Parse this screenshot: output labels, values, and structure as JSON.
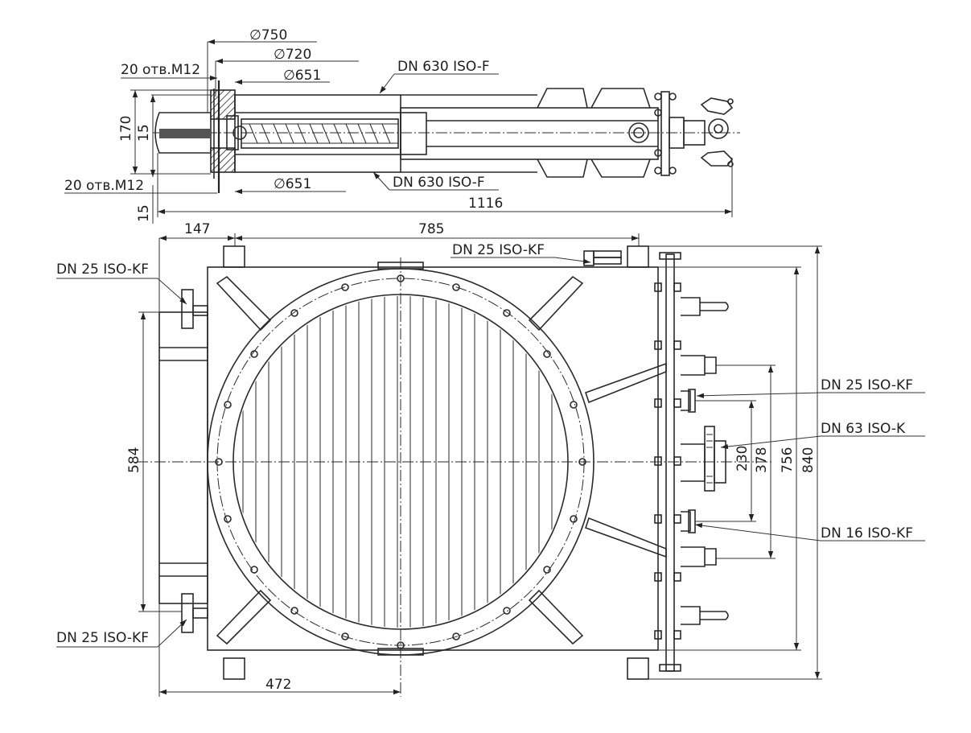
{
  "top_view": {
    "d750": "∅750",
    "d720": "∅720",
    "d651_top": "∅651",
    "d651_bottom": "∅651",
    "holes_top": "20 отв.M12",
    "holes_bottom": "20 отв.M12",
    "dn630_top": "DN 630 ISO-F",
    "dn630_bottom": "DN 630 ISO-F",
    "h170": "170",
    "h15_inner": "15",
    "h15_outer": "15",
    "len1116": "1116"
  },
  "front_view": {
    "w147": "147",
    "w785": "785",
    "w472": "472",
    "h584": "584",
    "h230": "230",
    "h378": "378",
    "h756": "756",
    "h840": "840",
    "port_top_right": "DN 25 ISO-KF",
    "port_top_left": "DN 25 ISO-KF",
    "port_bottom_left": "DN 25 ISO-KF",
    "port_right_dn25": "DN 25 ISO-KF",
    "port_right_dn63": "DN 63 ISO-K",
    "port_right_dn16": "DN 16 ISO-KF"
  }
}
